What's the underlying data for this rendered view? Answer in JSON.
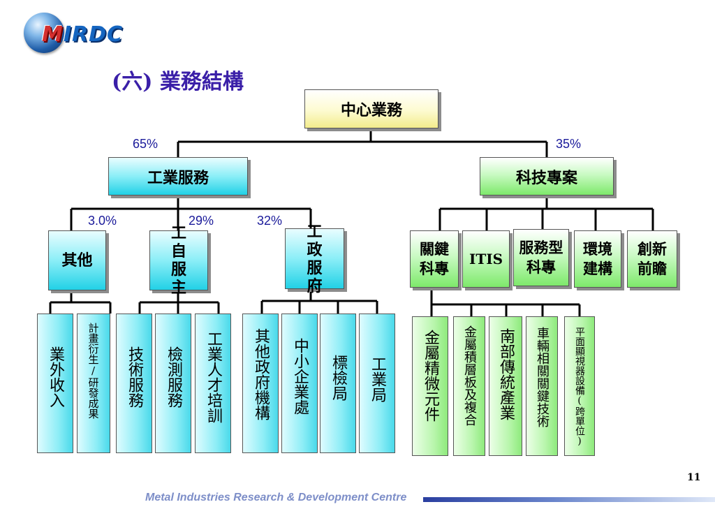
{
  "logo": {
    "m": "M",
    "rest": "IRDC"
  },
  "title": "(六) 業務結構",
  "root": "中心業務",
  "l1_left": {
    "label": "工業服務",
    "pct": "65%"
  },
  "l1_right": {
    "label": "科技專案",
    "pct": "35%"
  },
  "l2_left": [
    {
      "label": "其他",
      "pct": "3.0%"
    },
    {
      "label": "工自服主",
      "pct": "29%"
    },
    {
      "label": "工政服府",
      "pct": "32%"
    }
  ],
  "l2_right": [
    "關鍵科專",
    "ITIS",
    "服務型科專",
    "環境建構",
    "創新前瞻"
  ],
  "leaves_cyan": [
    "業外收入",
    "計畫衍生/研發成果",
    "技術服務",
    "檢測服務",
    "工業人才培訓",
    "其他政府機構",
    "中小企業處",
    "標檢局",
    "工業局"
  ],
  "leaves_green": [
    "金屬精微元件",
    "金屬積層板及複合",
    "南部傳統產業",
    "車輛相關關鍵技術",
    "平面顯視器設備(跨單位)"
  ],
  "footer": "Metal Industries Research & Development Centre",
  "page_number": "11",
  "colors": {
    "title": "#3a1fa8",
    "percent": "#1a1a9a",
    "connector": "#000000"
  }
}
